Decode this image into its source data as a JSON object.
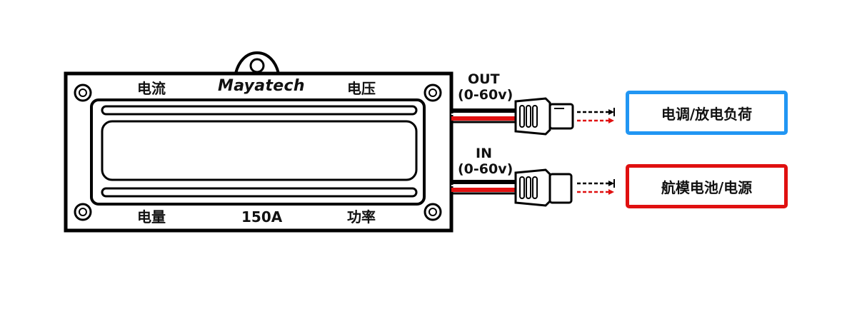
{
  "meter": {
    "brand": "Mayatech",
    "label_current": "电流",
    "label_voltage": "电压",
    "label_energy": "电量",
    "label_rating": "150A",
    "label_power": "功率"
  },
  "ports": {
    "out_label": "OUT",
    "out_range": "(0-60v)",
    "in_label": "IN",
    "in_range": "(0-60v)"
  },
  "destinations": {
    "out_target": "电调/放电负荷",
    "in_source": "航模电池/电源"
  },
  "colors": {
    "out_box": "#2196f3",
    "in_box": "#e01010",
    "wire_red": "#e01010",
    "wire_black": "#000000"
  }
}
